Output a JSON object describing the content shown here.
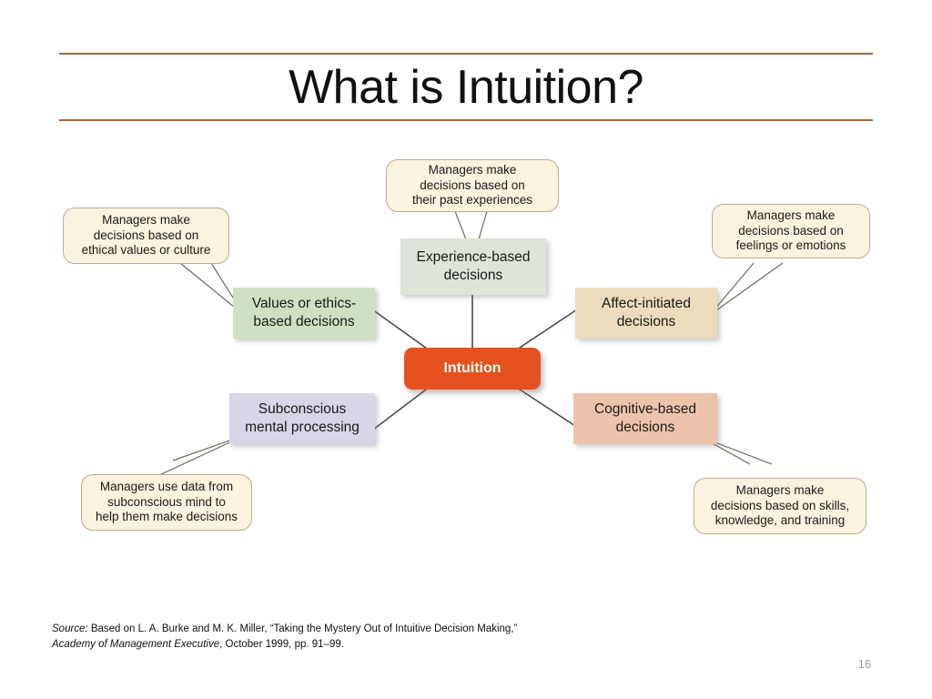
{
  "slide": {
    "title": "What is Intuition?",
    "page_number": "16",
    "accent_rule_color": "#9c6a3f"
  },
  "diagram": {
    "type": "hub-and-spoke mind map",
    "hub": {
      "label": "Intuition",
      "color": "#e4511e",
      "text_color": "#ffffff"
    },
    "nodes": [
      {
        "id": "experience",
        "label": "Experience-based\ndecisions",
        "color": "#dde4d8"
      },
      {
        "id": "values",
        "label": "Values or ethics-\nbased decisions",
        "color": "#cfe0c2"
      },
      {
        "id": "affect",
        "label": "Affect-initiated\ndecisions",
        "color": "#ecdcbd"
      },
      {
        "id": "cognitive",
        "label": "Cognitive-based\ndecisions",
        "color": "#eec3ab"
      },
      {
        "id": "subconscious",
        "label": "Subconscious\nmental processing",
        "color": "#d7d5e6"
      }
    ],
    "callouts": [
      {
        "id": "experience-callout",
        "label": "Managers make\ndecisions based on\ntheir past experiences",
        "attaches_to": "experience"
      },
      {
        "id": "values-callout",
        "label": "Managers make\ndecisions based  on\nethical values or culture",
        "attaches_to": "values"
      },
      {
        "id": "affect-callout",
        "label": "Managers make\ndecisions based on\nfeelings or emotions",
        "attaches_to": "affect"
      },
      {
        "id": "subconscious-callout",
        "label": "Managers use data from\nsubconscious mind to\nhelp them make decisions",
        "attaches_to": "subconscious"
      },
      {
        "id": "cognitive-callout",
        "label": "Managers make\ndecisions based on skills,\nknowledge, and training",
        "attaches_to": "cognitive"
      }
    ]
  },
  "footer": {
    "source_label": "Source:",
    "source_text_1": " Based on L. A. Burke and M. K. Miller, “Taking the Mystery Out of Intuitive Decision Making,” ",
    "source_italic": "Academy of Management Executive",
    "source_text_2": ", October 1999, pp. 91–99."
  }
}
